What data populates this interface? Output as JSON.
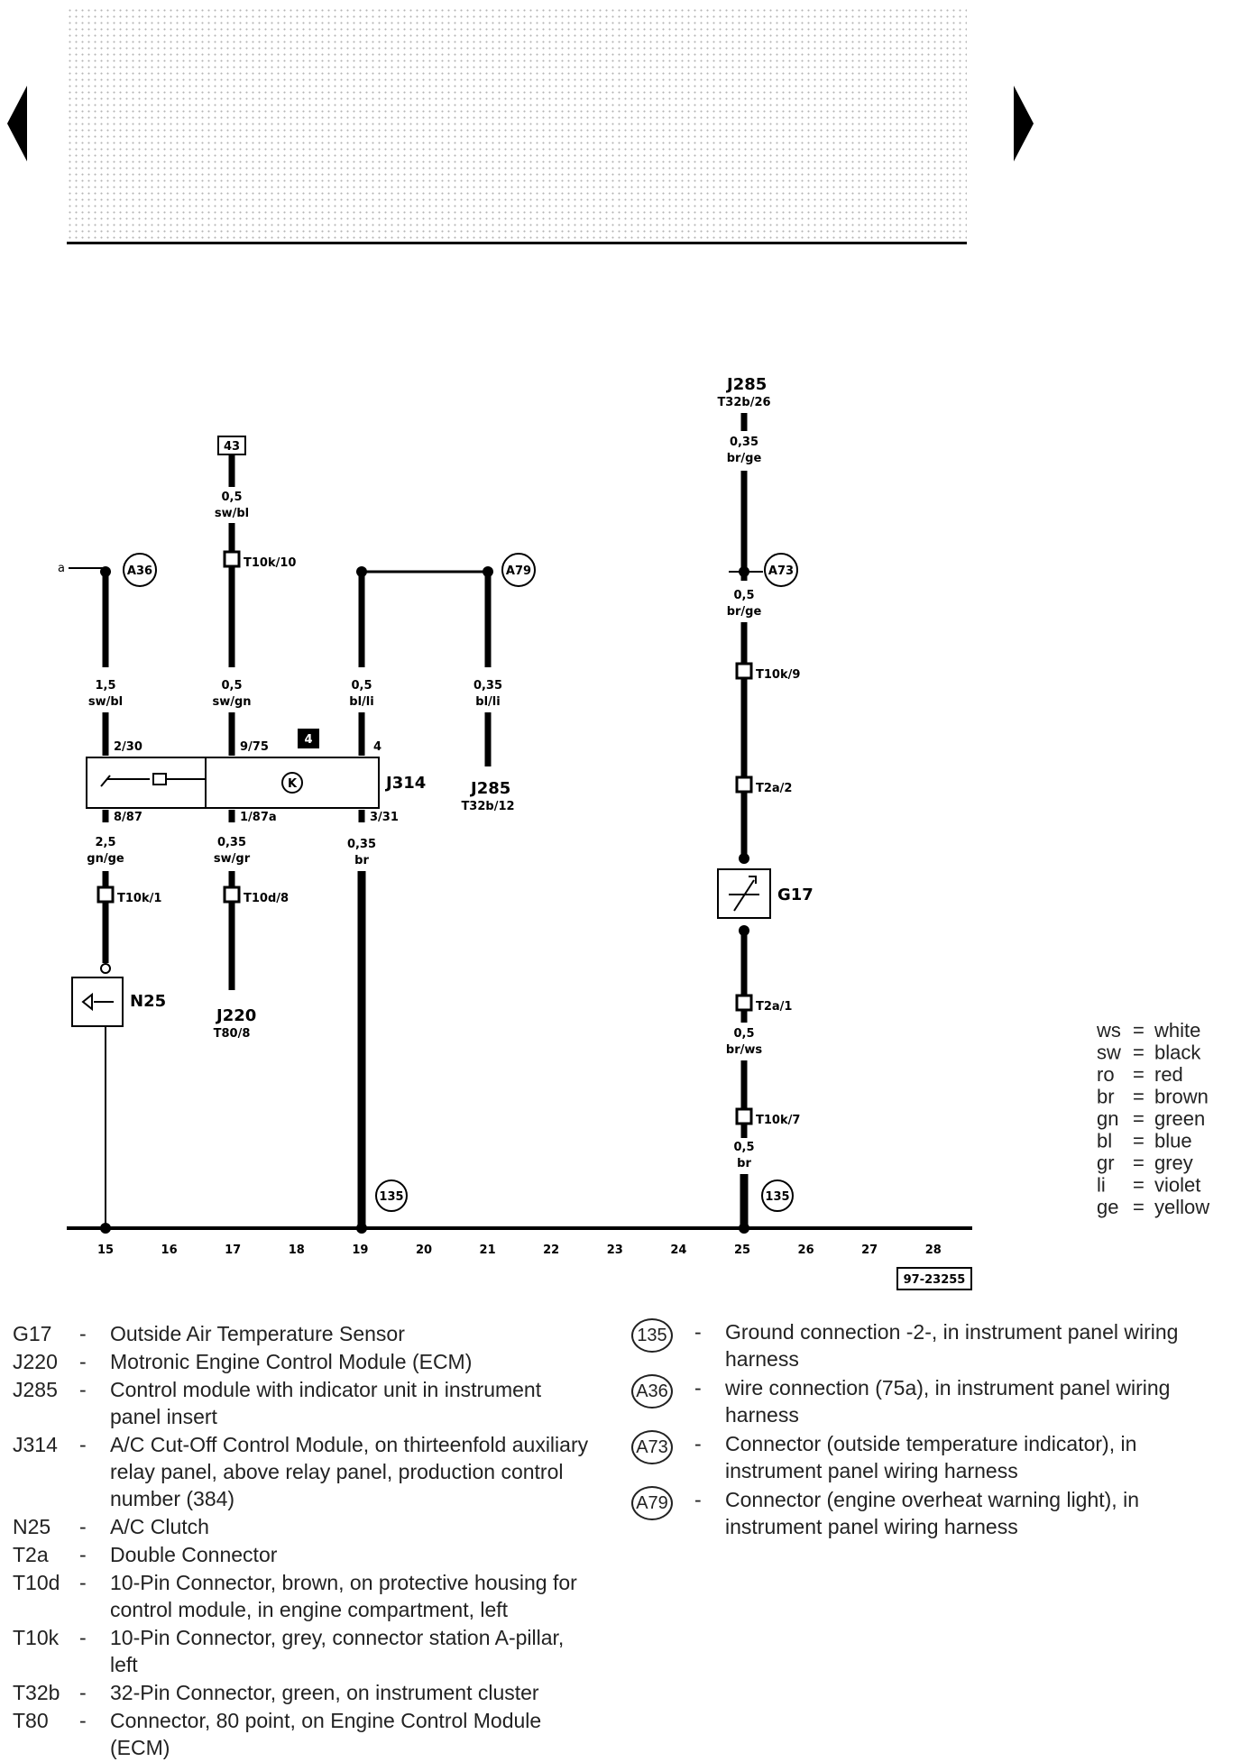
{
  "diagram": {
    "doc_number": "97-23255",
    "tracks": [
      "15",
      "16",
      "17",
      "18",
      "19",
      "20",
      "21",
      "22",
      "23",
      "24",
      "25",
      "26",
      "27",
      "28"
    ],
    "label_a": "a",
    "box_43": "43",
    "wire15_size": "1,5",
    "wire15_color": "sw/bl",
    "wire15b_size": "2,5",
    "wire15b_color": "gn/ge",
    "wire17a_size": "0,5",
    "wire17a_color": "sw/bl",
    "wire17b_size": "0,5",
    "wire17b_color": "sw/gn",
    "wire17c_size": "0,35",
    "wire17c_color": "sw/gr",
    "wire19a_size": "0,5",
    "wire19a_color": "bl/li",
    "wire19b_size": "0,35",
    "wire19b_color": "br",
    "wire21_size": "0,35",
    "wire21_color": "bl/li",
    "wire25a_size": "0,35",
    "wire25a_color": "br/ge",
    "wire25b_size": "0,5",
    "wire25b_color": "br/ge",
    "wire25c_size": "0,5",
    "wire25c_color": "br/ws",
    "wire25d_size": "0,5",
    "wire25d_color": "br",
    "conn_t10k10": "T10k/10",
    "conn_t10k9": "T10k/9",
    "conn_t10k1": "T10k/1",
    "conn_t10d8": "T10d/8",
    "conn_t2a2": "T2a/2",
    "conn_t2a1": "T2a/1",
    "conn_t10k7": "T10k/7",
    "pin_2_30": "2/30",
    "pin_9_75": "9/75",
    "pin_4": "4",
    "pin_8_87": "8/87",
    "pin_1_87a": "1/87a",
    "pin_3_31": "3/31",
    "relay_pos": "4",
    "relay_k": "K",
    "comp_j314": "J314",
    "comp_n25": "N25",
    "comp_g17": "G17",
    "j285_top": "J285",
    "j285_top_pin": "T32b/26",
    "j285_mid": "J285",
    "j285_mid_pin": "T32b/12",
    "j220": "J220",
    "j220_pin": "T80/8",
    "a36": "A36",
    "a79": "A79",
    "a73": "A73",
    "g135_left": "135",
    "g135_right": "135"
  },
  "color_legend": [
    {
      "code": "ws",
      "name": "white"
    },
    {
      "code": "sw",
      "name": "black"
    },
    {
      "code": "ro",
      "name": "red"
    },
    {
      "code": "br",
      "name": "brown"
    },
    {
      "code": "gn",
      "name": "green"
    },
    {
      "code": "bl",
      "name": "blue"
    },
    {
      "code": "gr",
      "name": "grey"
    },
    {
      "code": "li",
      "name": "violet"
    },
    {
      "code": "ge",
      "name": "yellow"
    }
  ],
  "components": [
    {
      "code": "G17",
      "dash": "-",
      "desc": "Outside Air Temperature Sensor"
    },
    {
      "code": "J220",
      "dash": "-",
      "desc": "Motronic Engine Control Module (ECM)"
    },
    {
      "code": "J285",
      "dash": "-",
      "desc": "Control module with indicator unit in instrument panel insert"
    },
    {
      "code": "J314",
      "dash": "-",
      "desc": "A/C Cut-Off Control Module, on thirteenfold auxiliary relay panel, above relay panel, production control number (384)"
    },
    {
      "code": "N25",
      "dash": "-",
      "desc": "A/C Clutch"
    },
    {
      "code": "T2a",
      "dash": "-",
      "desc": "Double Connector"
    },
    {
      "code": "T10d",
      "dash": "-",
      "desc": "10-Pin Connector, brown, on protective housing for control module, in engine compartment, left"
    },
    {
      "code": "T10k",
      "dash": "-",
      "desc": "10-Pin Connector, grey, connector station A-pillar, left"
    },
    {
      "code": "T32b",
      "dash": "-",
      "desc": "32-Pin Connector, green, on instrument cluster"
    },
    {
      "code": "T80",
      "dash": "-",
      "desc": "Connector, 80 point, on Engine Control Module (ECM)"
    }
  ],
  "grounds": [
    {
      "code": "135",
      "dash": "-",
      "desc": "Ground connection -2-, in instrument panel wiring harness"
    },
    {
      "code": "A36",
      "dash": "-",
      "desc": "wire connection (75a), in instrument panel wiring harness"
    },
    {
      "code": "A73",
      "dash": "-",
      "desc": "Connector (outside temperature indicator), in instrument panel wiring harness"
    },
    {
      "code": "A79",
      "dash": "-",
      "desc": "Connector (engine overheat warning light), in instrument panel wiring harness"
    }
  ]
}
